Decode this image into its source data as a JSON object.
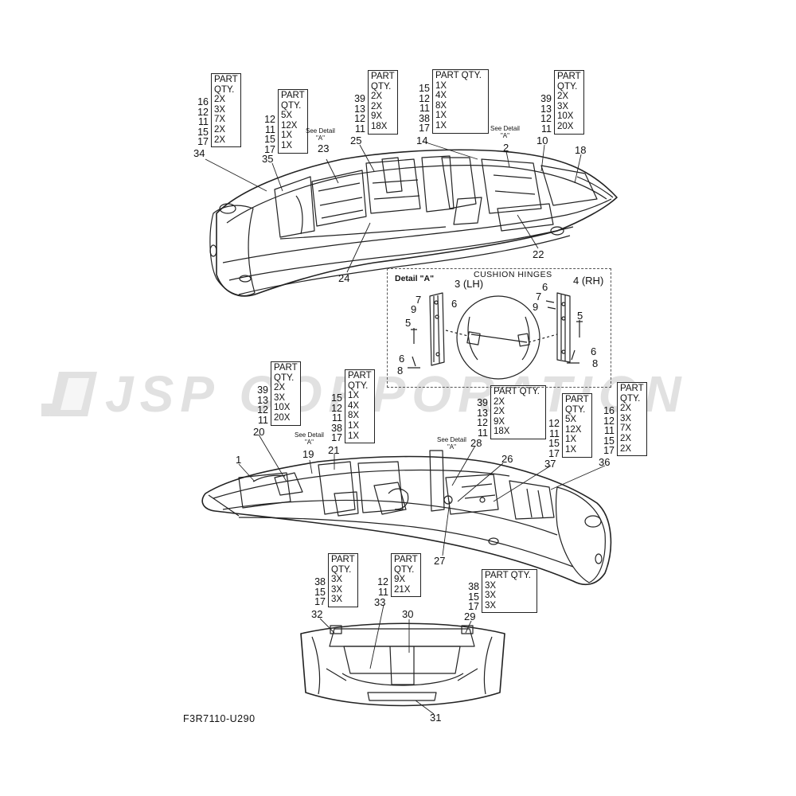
{
  "drawing_code": "F3R7110-U290",
  "watermark": "JSP CORPORATION",
  "detail": {
    "title": "Detail \"A\"",
    "subtitle": "CUSHION HINGES",
    "lh": "3 (LH)",
    "rh": "4 (RH)",
    "labels": [
      "7",
      "9",
      "6",
      "5",
      "6",
      "8",
      "6",
      "7",
      "9",
      "5",
      "6",
      "8"
    ]
  },
  "see_detail": "See Detail",
  "see_detail_ref": "\"A\"",
  "qty_tables": [
    {
      "header": "PART\nQTY.",
      "parts": [
        "16",
        "12",
        "11",
        "15",
        "17"
      ],
      "qty": [
        "2X",
        "3X",
        "7X",
        "2X",
        "2X"
      ]
    },
    {
      "header": "PART\nQTY.",
      "parts": [
        "12",
        "11",
        "15",
        "17"
      ],
      "qty": [
        "5X",
        "12X",
        "1X",
        "1X"
      ]
    },
    {
      "header": "PART\nQTY.",
      "parts": [
        "39",
        "13",
        "12",
        "11"
      ],
      "qty": [
        "2X",
        "2X",
        "9X",
        "18X"
      ]
    },
    {
      "header": "PART QTY.",
      "parts": [
        "15",
        "12",
        "11",
        "38",
        "17"
      ],
      "qty": [
        "1X",
        "4X",
        "8X",
        "1X",
        "1X"
      ]
    },
    {
      "header": "PART\nQTY.",
      "parts": [
        "39",
        "13",
        "12",
        "11"
      ],
      "qty": [
        "2X",
        "3X",
        "10X",
        "20X"
      ]
    },
    {
      "header": "PART\nQTY.",
      "parts": [
        "39",
        "13",
        "12",
        "11"
      ],
      "qty": [
        "2X",
        "3X",
        "10X",
        "20X"
      ]
    },
    {
      "header": "PART\nQTY.",
      "parts": [
        "15",
        "12",
        "11",
        "38",
        "17"
      ],
      "qty": [
        "1X",
        "4X",
        "8X",
        "1X",
        "1X"
      ]
    },
    {
      "header": "PART QTY.",
      "parts": [
        "39",
        "13",
        "12",
        "11"
      ],
      "qty": [
        "2X",
        "2X",
        "9X",
        "18X"
      ]
    },
    {
      "header": "PART\nQTY.",
      "parts": [
        "12",
        "11",
        "15",
        "17"
      ],
      "qty": [
        "5X",
        "12X",
        "1X",
        "1X"
      ]
    },
    {
      "header": "PART\nQTY.",
      "parts": [
        "16",
        "12",
        "11",
        "15",
        "17"
      ],
      "qty": [
        "2X",
        "3X",
        "7X",
        "2X",
        "2X"
      ]
    },
    {
      "header": "PART\nQTY.",
      "parts": [
        "38",
        "15",
        "17"
      ],
      "qty": [
        "3X",
        "3X",
        "3X"
      ]
    },
    {
      "header": "PART\nQTY.",
      "parts": [
        "12",
        "11"
      ],
      "qty": [
        "9X",
        "21X"
      ]
    },
    {
      "header": "PART QTY.",
      "parts": [
        "38",
        "15",
        "17"
      ],
      "qty": [
        "3X",
        "3X",
        "3X"
      ]
    }
  ],
  "callouts": [
    "34",
    "35",
    "23",
    "25",
    "14",
    "2",
    "10",
    "18",
    "22",
    "24",
    "20",
    "19",
    "21",
    "28",
    "26",
    "37",
    "36",
    "1",
    "27",
    "32",
    "33",
    "30",
    "29",
    "31"
  ]
}
